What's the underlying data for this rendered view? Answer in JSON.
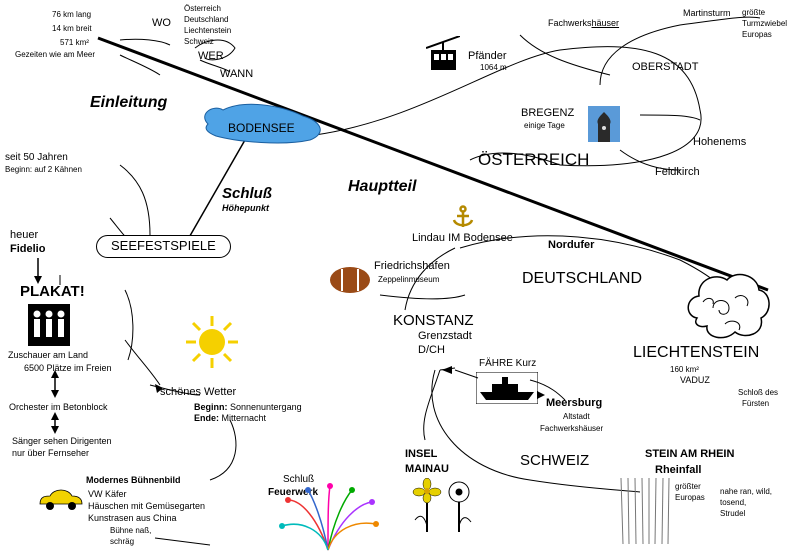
{
  "center": {
    "title": "BODENSEE",
    "lake_color": "#4fa3e6"
  },
  "intro": {
    "heading": "Einleitung",
    "wo": "WO",
    "wer": "WER",
    "wann": "WANN",
    "facts": {
      "length": "76 km lang",
      "width": "14 km breit",
      "area": "571 km²",
      "tides": "Gezeiten wie am Meer"
    },
    "countries": [
      "Österreich",
      "Deutschland",
      "Liechtenstein",
      "Schweiz"
    ]
  },
  "main": {
    "heading": "Hauptteil"
  },
  "conclusion": {
    "heading": "Schluß",
    "sub": "Höhepunkt"
  },
  "festival": {
    "title": "SEEFESTSPIELE",
    "since": "seit 50 Jahren",
    "beginning": "Beginn: auf 2 Kähnen",
    "this_year": "heuer",
    "opera": "Fidelio",
    "poster": "PLAKAT!",
    "audience_land": "Zuschauer am Land",
    "seats": "6500 Plätze im Freien",
    "orchestra": "Orchester im Betonblock",
    "singers_1": "Sänger sehen Dirigenten",
    "singers_2": "nur über Fernseher",
    "weather": "schönes Wetter",
    "begin_label": "Beginn:",
    "begin_value": "Sonnenuntergang",
    "end_label": "Ende:",
    "end_value": "Mitternacht",
    "stage_title": "Modernes Bühnenbild",
    "stage_items": [
      "VW Käfer",
      "Häuschen mit Gemüsegarten",
      "Kunstrasen aus China",
      "Bühne naß,",
      "schräg"
    ],
    "finale_1": "Schluß",
    "finale_2": "Feuerwerk"
  },
  "austria": {
    "title": "ÖSTERREICH",
    "pfaender": "Pfänder",
    "pfaender_height": "1064 m",
    "half_timbered_1": "Fachwerks",
    "half_timbered_2": "häuser",
    "martinsturm": "Martinsturm",
    "onion_dome": [
      "größte",
      "Turmzwiebel",
      "Europas"
    ],
    "oberstadt": "OBERSTADT",
    "bregenz": "BREGENZ",
    "bregenz_days": "einige Tage",
    "hohenems": "Hohenems",
    "feldkirch": "Feldkirch"
  },
  "germany": {
    "title": "DEUTSCHLAND",
    "lindau": "Lindau IM Bodensee",
    "north_shore": "Nordufer",
    "friedrichshafen": "Friedrichshafen",
    "zeppelin": "Zeppelinmuseum",
    "konstanz": "KONSTANZ",
    "border_town": "Grenzstadt",
    "dch": "D/CH",
    "ferry": "FÄHRE Kurz",
    "meersburg": "Meersburg",
    "altstadt": "Altstadt",
    "fachwerk": "Fachwerkshäuser",
    "mainau_1": "INSEL",
    "mainau_2": "MAINAU"
  },
  "switzerland": {
    "title": "SCHWEIZ",
    "stein": "STEIN AM RHEIN",
    "rheinfall": "Rheinfall",
    "largest": [
      "größter",
      "Europas"
    ],
    "wild": [
      "nahe ran, wild,",
      "tosend,",
      "Strudel"
    ]
  },
  "liechtenstein": {
    "title": "LIECHTENSTEIN",
    "area": "160 km²",
    "capital": "VADUZ",
    "castle": [
      "Schloß des",
      "Fürsten"
    ]
  },
  "colors": {
    "sun": "#f5d000",
    "car": "#f2d200",
    "anchor": "#b58a00",
    "ball": "#9a4a16",
    "flower": "#e6d000",
    "castle_sky": "#5a9ad8"
  },
  "icons": [
    "cable-car-icon",
    "tower-icon",
    "anchor-icon",
    "football-icon",
    "cloud-icon",
    "ship-icon",
    "sun-icon",
    "audience-icon",
    "car-icon",
    "fireworks-icon",
    "flowers-icon",
    "waterfall-icon"
  ]
}
